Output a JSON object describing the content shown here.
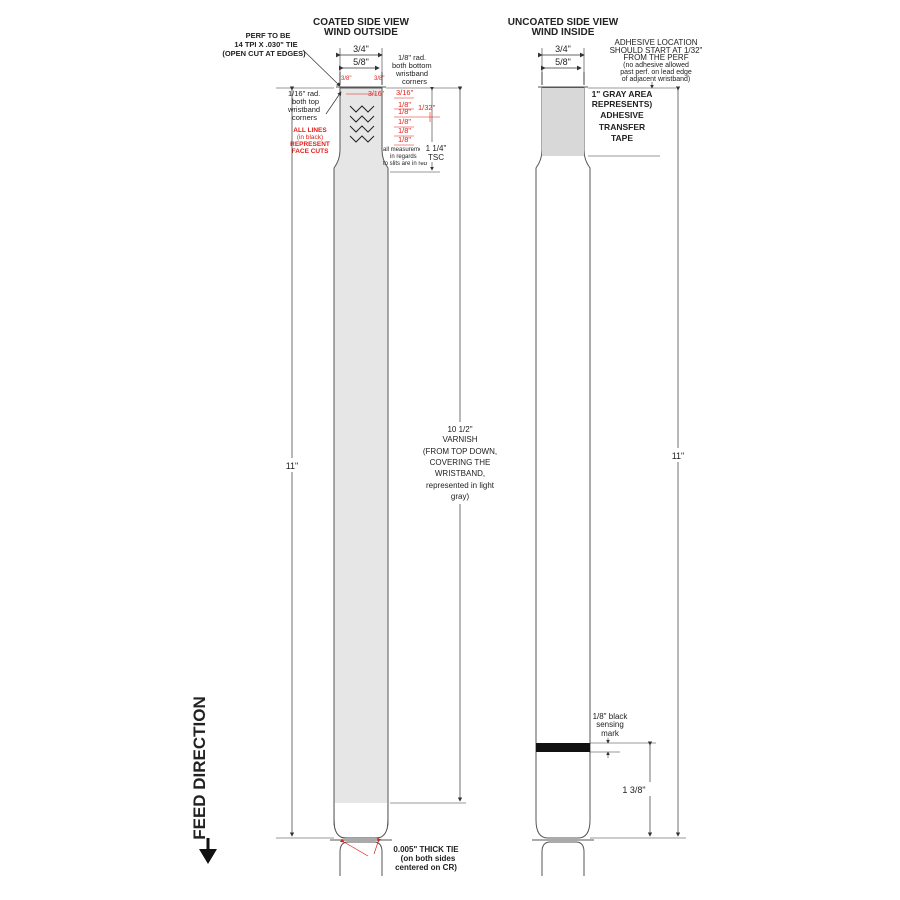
{
  "left_view": {
    "title_line1": "COATED SIDE VIEW",
    "title_line2": "WIND OUTSIDE",
    "perf_line1": "PERF TO BE",
    "perf_line2": "14 TPI X .030\" TIE",
    "perf_line3": "(OPEN CUT AT EDGES)",
    "width_outer": "3/4\"",
    "width_inner": "5/8\"",
    "bottom_radius_line1": "1/8\" rad.",
    "bottom_radius_line2": "both bottom",
    "bottom_radius_line3": "wristband",
    "bottom_radius_line4": "corners",
    "top_radius_line1": "1/16\" rad.",
    "top_radius_line2": "both top",
    "top_radius_line3": "wristband",
    "top_radius_line4": "corners",
    "red_dim_a": "3/16\"",
    "red_dim_b": "3/16\"",
    "red_dim_1_8_a": "1/8\"",
    "red_dim_1_8_b": "1/8\"",
    "red_dim_1_8_c": "1/8\"",
    "red_dim_1_8_d": "1/8\"",
    "red_dim_1_8_e": "1/8\"",
    "red_dim_1_32": "1/32\"",
    "red_small_1": "3/8\"",
    "red_small_2": "3/8\"",
    "all_lines_1": "ALL LINES",
    "all_lines_2": "(in black)",
    "all_lines_3": "REPRESENT",
    "all_lines_4": "FACE CUTS",
    "measure_note_1": "all measurements",
    "measure_note_2": "in regards",
    "measure_note_3": "to slits are in red",
    "tsc_1": "1 1/4\"",
    "tsc_2": "TSC",
    "total_length": "11\"",
    "varnish_1": "10 1/2\"",
    "varnish_2": "VARNISH",
    "varnish_3": "(FROM TOP DOWN,",
    "varnish_4": "COVERING THE",
    "varnish_5": "WRISTBAND,",
    "varnish_6": "represented in light",
    "varnish_7": "gray)",
    "tie_1": "0.005\" THICK TIE",
    "tie_2": "(on both sides",
    "tie_3": "centered on CR)"
  },
  "right_view": {
    "title_line1": "UNCOATED SIDE VIEW",
    "title_line2": "WIND INSIDE",
    "width_outer": "3/4\"",
    "width_inner": "5/8\"",
    "adh_1": "ADHESIVE LOCATION",
    "adh_2": "SHOULD START AT 1/32\"",
    "adh_3": "FROM THE PERF",
    "adh_4": "(no adhesive allowed",
    "adh_5": "past perf. on lead edge",
    "adh_6": "of adjacent wristband)",
    "gray_1": "1\" GRAY AREA",
    "gray_2": "REPRESENTS)",
    "gray_3": "ADHESIVE",
    "gray_4": "TRANSFER",
    "gray_5": "TAPE",
    "total_length": "11\"",
    "mark_1": "1/8\" black",
    "mark_2": "sensing",
    "mark_3": "mark",
    "mark_dist": "1 3/8\""
  },
  "feed_direction": "FEED DIRECTION",
  "colors": {
    "line": "#333333",
    "varnish_gray": "#e6e6e6",
    "adhesive_gray": "#d8d8d8",
    "slit_red": "#e0201a",
    "sensing_mark": "#111111"
  }
}
